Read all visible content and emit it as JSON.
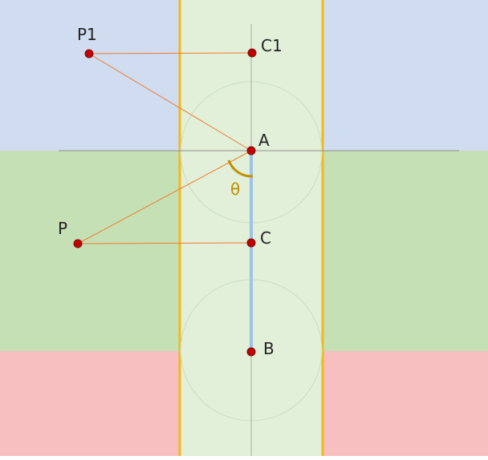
{
  "colors": {
    "top_band": "#d0dcf0",
    "middle_band": "#c5e0b4",
    "bottom_band": "#f7bfbf",
    "column_fill": "#e2efd9",
    "column_border": "#f2b919",
    "axis_line": "#8f8f8f",
    "connector": "#ed7d31",
    "segment": "#9dc3e6",
    "point_fill": "#c00000",
    "point_stroke": "#7a1010",
    "circle_stroke": "#c8dfc0",
    "angle_color": "#bf9000"
  },
  "points": {
    "p1": {
      "label": "P1"
    },
    "c1": {
      "label": "C1"
    },
    "a": {
      "label": "A"
    },
    "p": {
      "label": "P"
    },
    "c": {
      "label": "C"
    },
    "b": {
      "label": "B"
    }
  },
  "angle": {
    "label": "θ"
  }
}
